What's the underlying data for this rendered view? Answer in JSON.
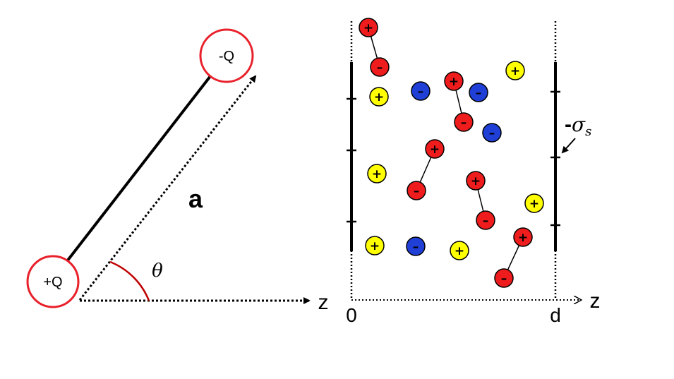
{
  "left_panel": {
    "positive_charge_label": "+Q",
    "negative_charge_label": "-Q",
    "separation_label": "a",
    "angle_label": "θ",
    "axis_label": "z"
  },
  "right_panel": {
    "origin_label": "0",
    "width_label": "d",
    "axis_label": "z",
    "surface_charge_sign": "-",
    "surface_charge_symbol": "σ",
    "surface_charge_subscript": "s"
  },
  "ion_symbols": {
    "plus": "+",
    "minus": "–"
  },
  "colors": {
    "dipole_plus": "#ee1c1c",
    "dipole_minus": "#ee1c1c",
    "cation": "#ffff00",
    "anion": "#1f3fd6",
    "charge_ring": "#e8212b",
    "angle_arc": "#c00000"
  }
}
